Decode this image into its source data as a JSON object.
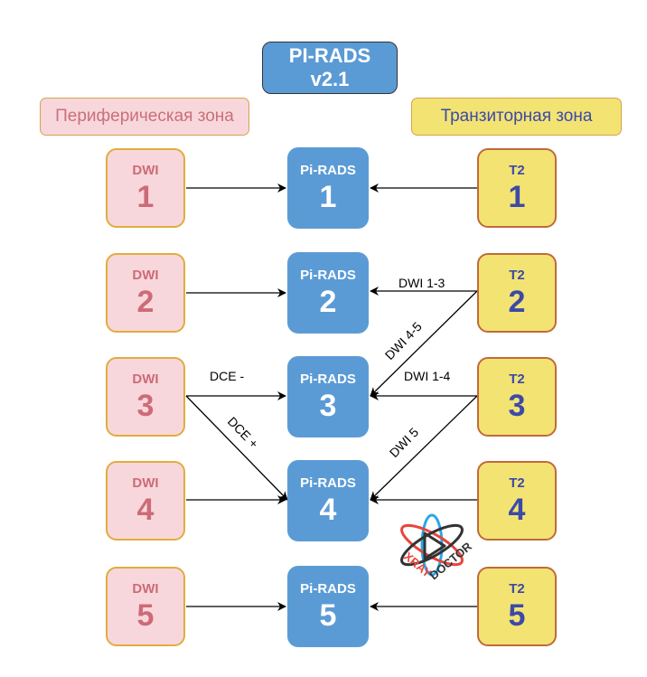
{
  "title": {
    "line1": "PI-RADS",
    "line2": "v2.1"
  },
  "zones": {
    "peripheral": "Периферическая зона",
    "transition": "Транзиторная зона"
  },
  "dwi_nodes": [
    {
      "label": "DWI",
      "value": "1"
    },
    {
      "label": "DWI",
      "value": "2"
    },
    {
      "label": "DWI",
      "value": "3"
    },
    {
      "label": "DWI",
      "value": "4"
    },
    {
      "label": "DWI",
      "value": "5"
    }
  ],
  "pirads_nodes": [
    {
      "label": "Pi-RADS",
      "value": "1"
    },
    {
      "label": "Pi-RADS",
      "value": "2"
    },
    {
      "label": "Pi-RADS",
      "value": "3"
    },
    {
      "label": "Pi-RADS",
      "value": "4"
    },
    {
      "label": "Pi-RADS",
      "value": "5"
    }
  ],
  "t2_nodes": [
    {
      "label": "T2",
      "value": "1"
    },
    {
      "label": "T2",
      "value": "2"
    },
    {
      "label": "T2",
      "value": "3"
    },
    {
      "label": "T2",
      "value": "4"
    },
    {
      "label": "T2",
      "value": "5"
    }
  ],
  "edge_labels": {
    "t2_2_dwi_1_3": "DWI 1-3",
    "t2_2_dwi_4_5": "DWI 4-5",
    "t2_3_dwi_1_4": "DWI 1-4",
    "t2_3_dwi_5": "DWI 5",
    "dwi_3_dce_neg": "DCE -",
    "dwi_3_dce_pos": "DCE +"
  },
  "logo": {
    "text_left": "XRAY",
    "text_right": "DOCTOR"
  },
  "colors": {
    "pirads": "#5b9bd5",
    "pz_fill": "#f8d7dc",
    "pz_text": "#cc6b77",
    "tz_fill": "#f3e373",
    "tz_text": "#3b4aa8"
  }
}
